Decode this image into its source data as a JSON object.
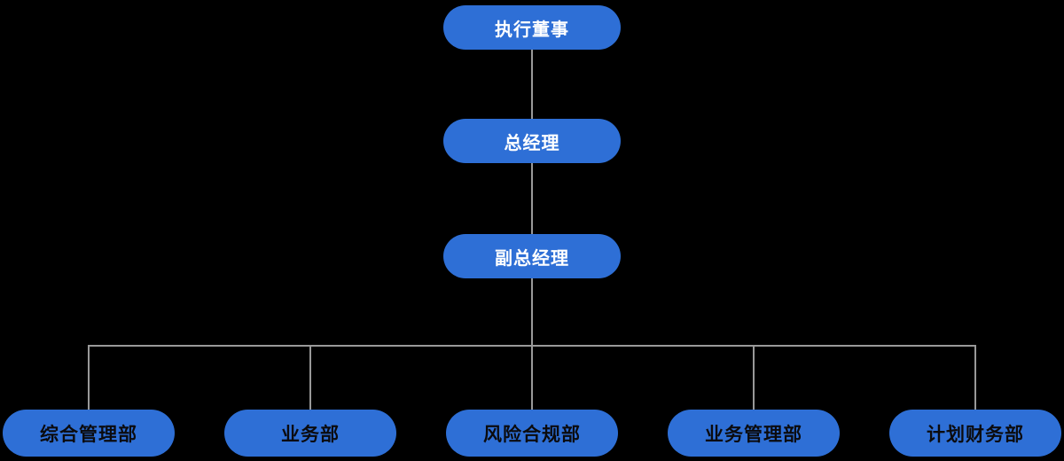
{
  "org_chart": {
    "root": {
      "label": "执行董事"
    },
    "general_manager": {
      "label": "总经理"
    },
    "deputy_general_manager": {
      "label": "副总经理"
    },
    "departments": [
      {
        "label": "综合管理部"
      },
      {
        "label": "业务部"
      },
      {
        "label": "风险合规部"
      },
      {
        "label": "业务管理部"
      },
      {
        "label": "计划财务部"
      }
    ]
  },
  "colors": {
    "background": "#000000",
    "node_fill": "#2e6fd6",
    "top_text": "#ffffff",
    "dept_text": "#0b0b0e",
    "connector": "#999999"
  }
}
